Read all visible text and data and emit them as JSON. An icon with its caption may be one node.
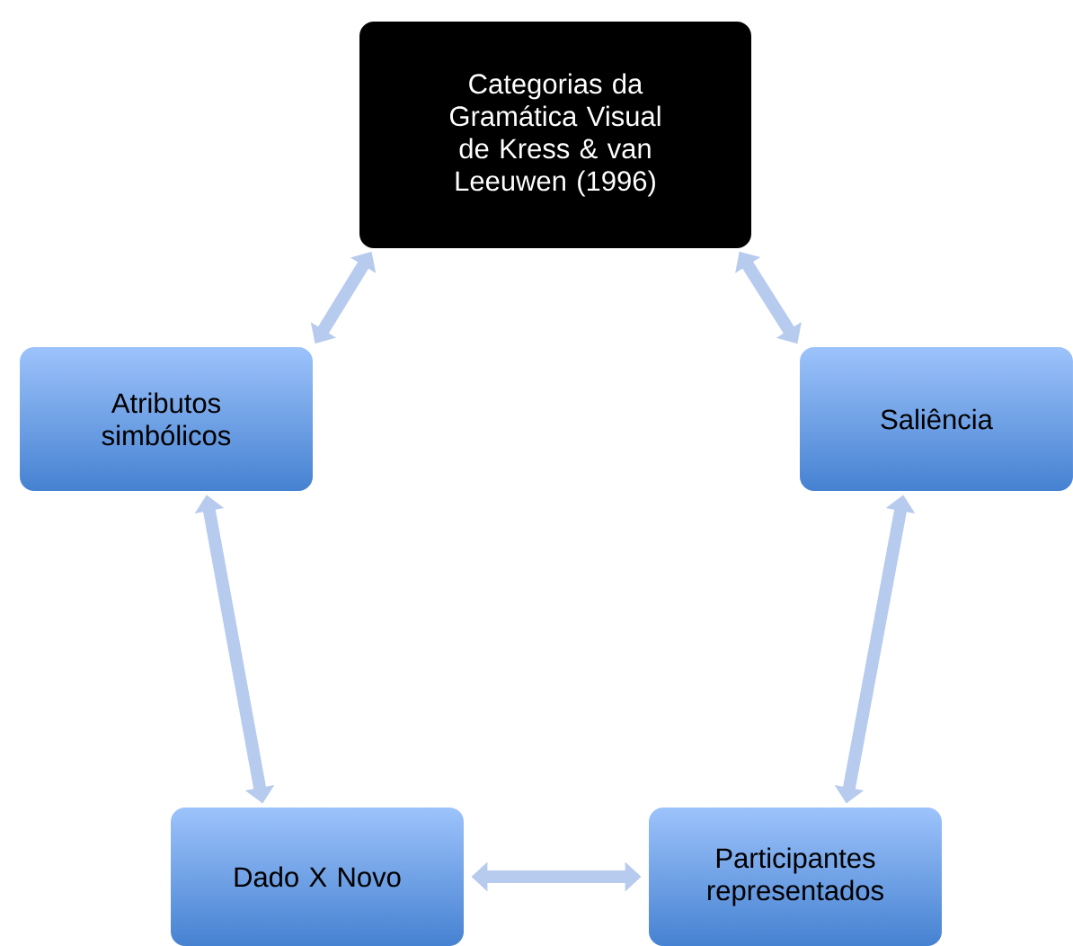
{
  "diagram": {
    "nodes": [
      {
        "text": [
          "Categorias da Gramática Visual de Kress & van Leeuwen (1996)"
        ]
      },
      {
        "text": [
          "Atributos simbólicos"
        ]
      },
      {
        "text": [
          "Saliência"
        ]
      },
      {
        "text": [
          "Dado X Novo"
        ]
      },
      {
        "text": [
          "Participantes representados"
        ]
      }
    ],
    "edges": [
      {
        "from": 1,
        "to": 0,
        "arrow": "both"
      },
      {
        "from": 0,
        "to": 2,
        "arrow": "both"
      },
      {
        "from": 2,
        "to": 4,
        "arrow": "both"
      },
      {
        "from": 4,
        "to": 3,
        "arrow": "both"
      },
      {
        "from": 3,
        "to": 1,
        "arrow": "both"
      }
    ]
  }
}
